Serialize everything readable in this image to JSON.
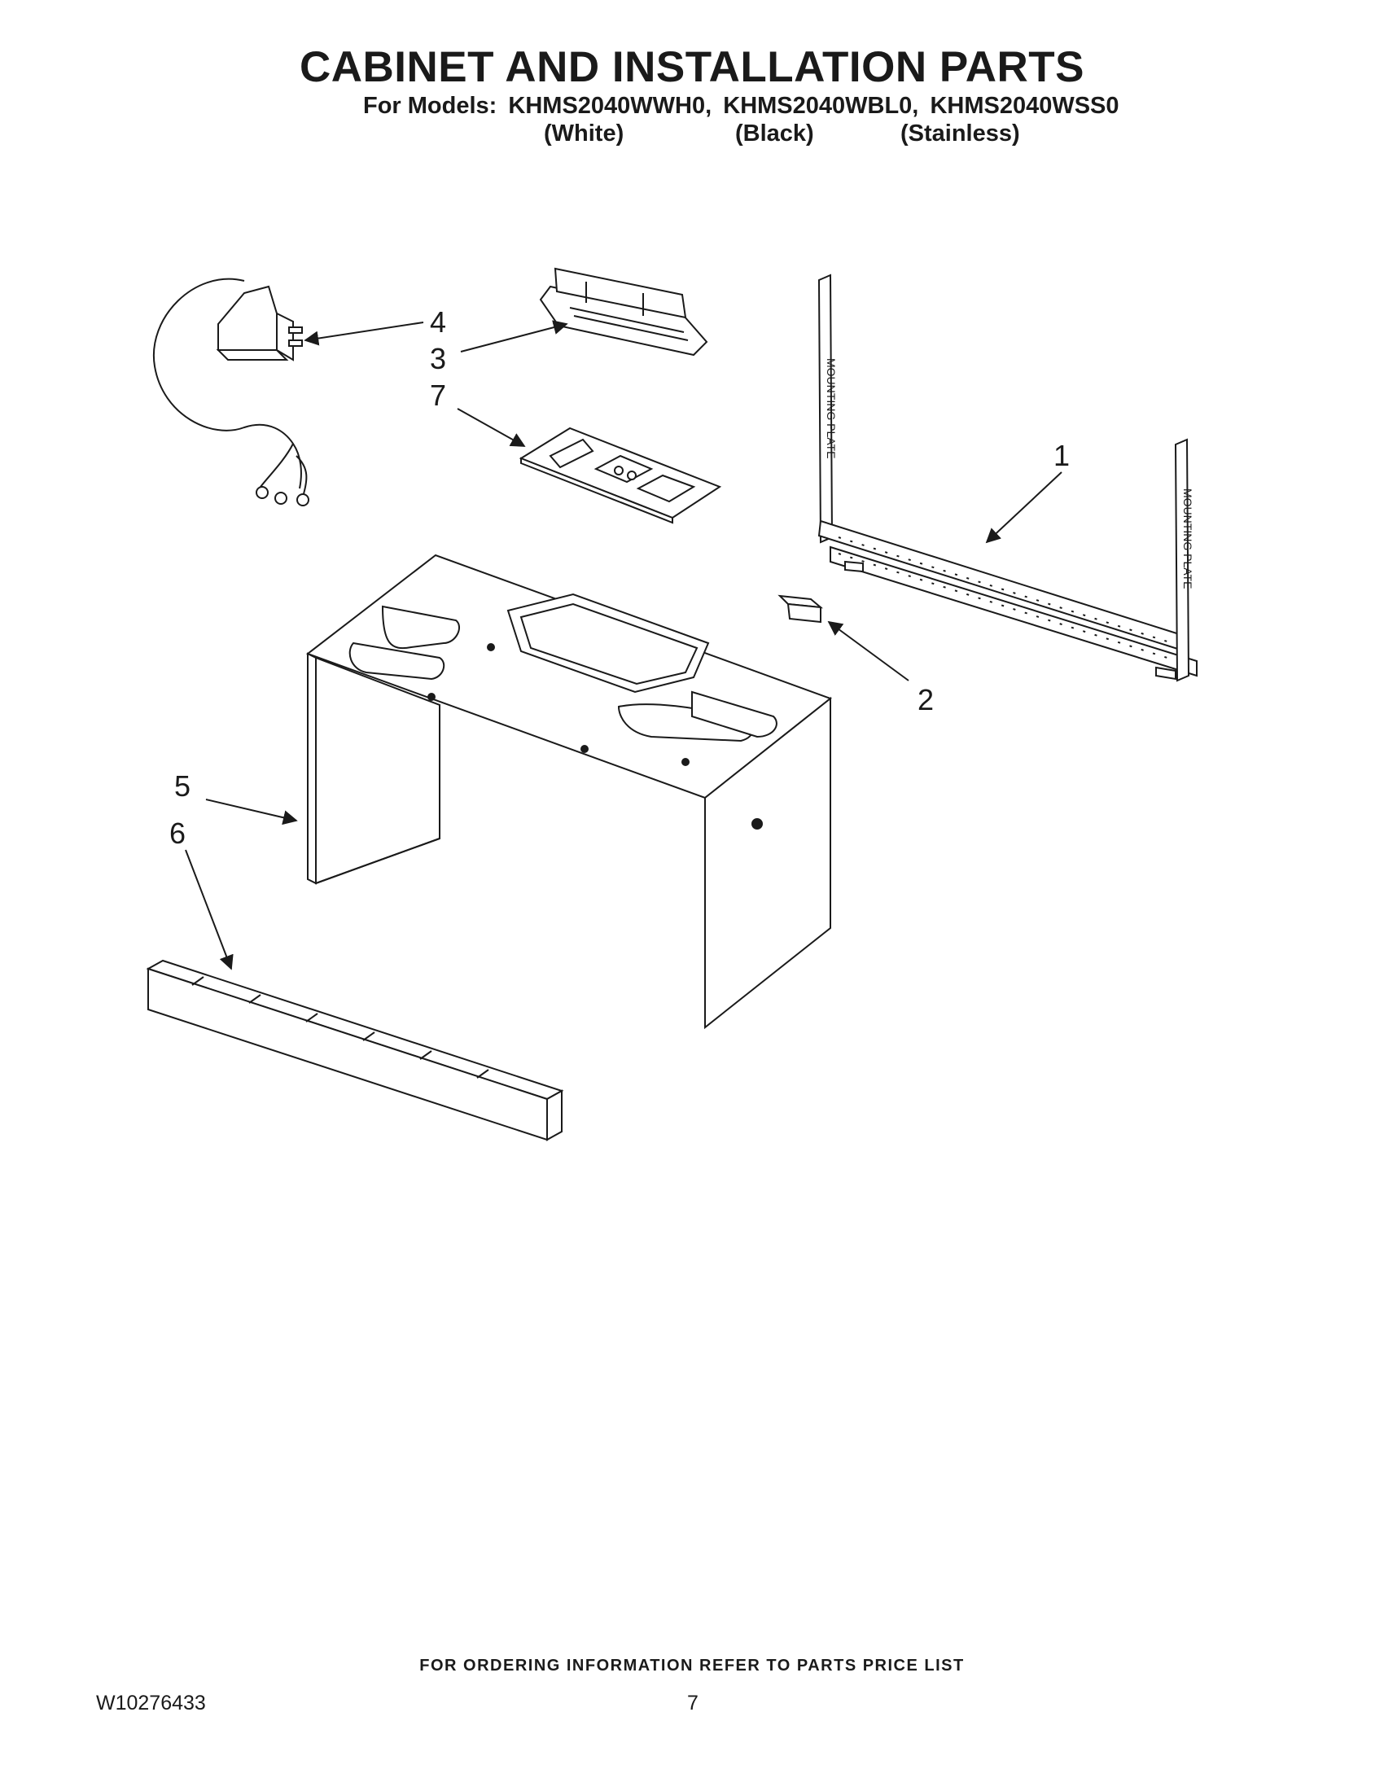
{
  "title": "CABINET AND INSTALLATION PARTS",
  "models": {
    "label": "For Models:",
    "list": [
      "KHMS2040WWH0,",
      "KHMS2040WBL0,",
      "KHMS2040WSS0"
    ],
    "colors": [
      "(White)",
      "(Black)",
      "(Stainless)"
    ]
  },
  "callouts": [
    "1",
    "2",
    "3",
    "4",
    "5",
    "6",
    "7"
  ],
  "bracket_text": "MOUNTING PLATE",
  "footer": {
    "note": "FOR ORDERING INFORMATION REFER TO PARTS PRICE LIST",
    "doc_number": "W10276433",
    "page_number": "7"
  }
}
